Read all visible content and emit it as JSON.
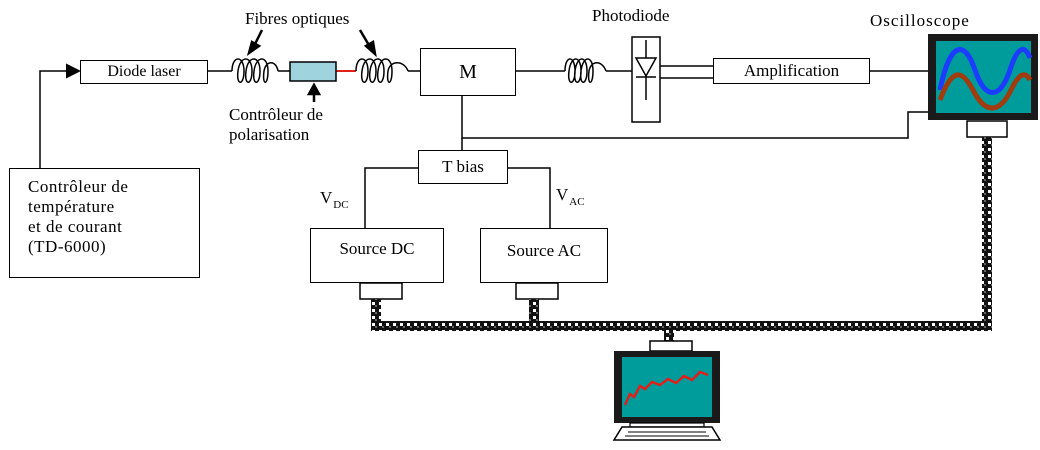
{
  "labels": {
    "fibres": "Fibres optiques",
    "photodiode": "Photodiode",
    "oscilloscope": "Oscilloscope",
    "diode_laser": "Diode laser",
    "controleur_pol_1": "Contrôleur de",
    "controleur_pol_2": "polarisation",
    "modulator": "M",
    "amplification": "Amplification",
    "t_bias": "T bias",
    "v_dc_main": "V",
    "v_dc_sub": "DC",
    "v_ac_main": "V",
    "v_ac_sub": "AC",
    "source_dc": "Source DC",
    "source_ac": "Source AC",
    "temp_ctrl_1": "Contrôleur de",
    "temp_ctrl_2": "température",
    "temp_ctrl_3": "et de courant",
    "temp_ctrl_4": "(TD-6000)"
  },
  "colors": {
    "polarization_controller_fill": "#9fd3dd",
    "link_red": "#e0201b",
    "wave_blue": "#1c3cff",
    "wave_brown": "#a03c0e",
    "screen_teal": "#009c9c",
    "screen_frame": "#1a1a1a",
    "cable_dark": "#111111"
  },
  "icons": [
    "laser-diode",
    "fiber-coil-icon",
    "polarization-controller-icon",
    "photodiode-icon",
    "oscilloscope-icon",
    "computer-icon"
  ]
}
